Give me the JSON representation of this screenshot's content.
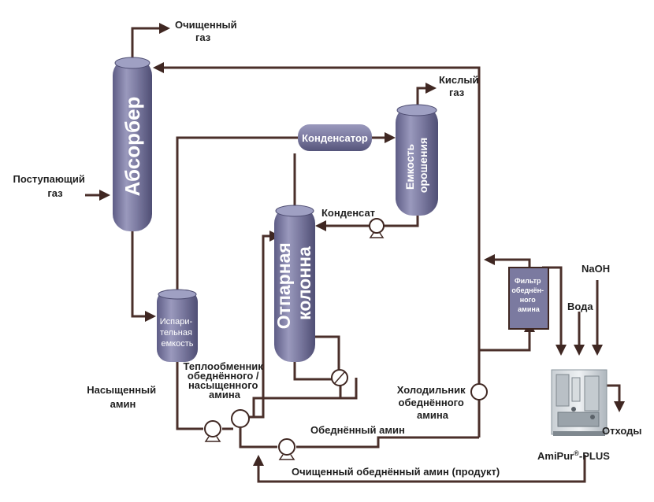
{
  "colors": {
    "vessel": "#7b7aa0",
    "vessel_dark": "#5c5b83",
    "pipe": "#4a2f2a",
    "text": "#1f1f1f"
  },
  "vessels": {
    "absorber": "Абсорбер",
    "flash_tank": [
      "Испари-",
      "тельная",
      "емкость"
    ],
    "stripper": [
      "Отпарная",
      "колонна"
    ],
    "reflux_drum": [
      "Емкость",
      "орошения"
    ],
    "condenser": "Конденсатор",
    "lean_filter": [
      "Фильтр",
      "обеднён-",
      "ного",
      "амина"
    ]
  },
  "labels": {
    "clean_gas": [
      "Очищенный",
      "газ"
    ],
    "acid_gas": [
      "Кислый",
      "газ"
    ],
    "inlet_gas": [
      "Поступающий",
      "газ"
    ],
    "condensate": "Конденсат",
    "rich_amine": [
      "Насыщенный",
      "амин"
    ],
    "heat_exchanger": [
      "Теплообменник",
      "обеднённого /",
      "насыщенного",
      "амина"
    ],
    "lean_cooler": [
      "Холодильник",
      "обеднённого",
      "амина"
    ],
    "lean_amine": "Обеднённый амин",
    "purified_lean_amine": "Очищенный обеднённый амин (продукт)",
    "naoh": "NaOH",
    "water": "Вода",
    "waste": "Отходы",
    "amipur_prefix": "AmiPur",
    "amipur_sup": "®",
    "amipur_suffix": "-PLUS"
  },
  "icons": [
    "pump-icon",
    "heat-exchanger-icon",
    "cooler-icon",
    "amipur-unit-icon"
  ]
}
